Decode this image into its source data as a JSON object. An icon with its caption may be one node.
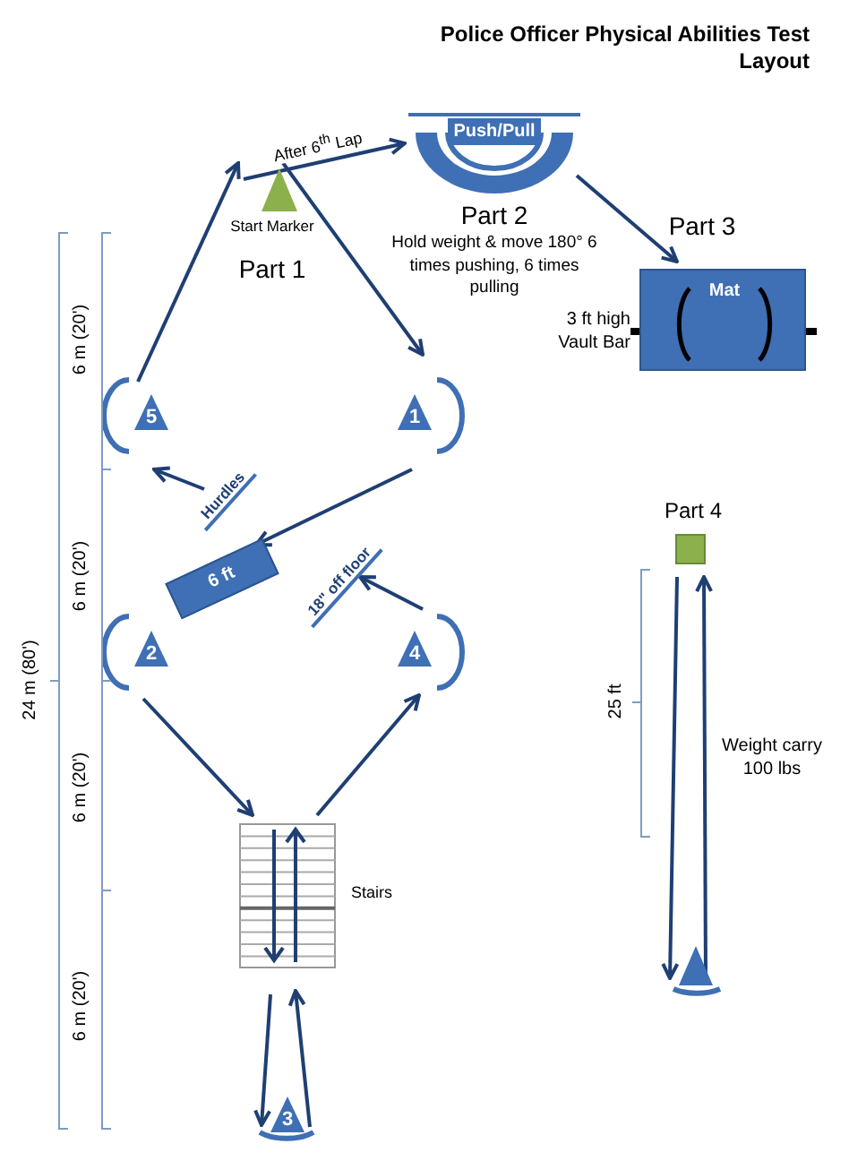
{
  "diagram": {
    "title": "Police Officer Physical Abilities Test Layout",
    "nodes": [
      {
        "text": [
          "Start Marker"
        ]
      },
      {
        "text": [
          "Push/Pull"
        ]
      },
      {
        "text": [
          "Mat"
        ],
        "beside": [
          "3 ft high Vault Bar"
        ]
      },
      {
        "text": [
          "1"
        ]
      },
      {
        "text": [
          "5"
        ]
      },
      {
        "text": [
          "Hurdles"
        ]
      },
      {
        "text": [
          "6 ft"
        ]
      },
      {
        "text": [
          "18\" off floor"
        ]
      },
      {
        "text": [
          "2"
        ]
      },
      {
        "text": [
          "4"
        ]
      },
      {
        "text": [
          "Stairs"
        ]
      },
      {
        "text": [
          "3"
        ]
      },
      {
        "text": [
          "Part 4"
        ]
      },
      {
        "text": [],
        "shape": "triangle"
      }
    ],
    "edges": [
      {
        "from": 4,
        "to": 0,
        "arrow": "to"
      },
      {
        "from": 0,
        "to": 1,
        "arrow": "to",
        "label": "After 6$^{th}$ Lap"
      },
      {
        "from": 0,
        "to": 3,
        "arrow": "to"
      },
      {
        "from": 1,
        "to": 2,
        "arrow": "to"
      },
      {
        "from": 3,
        "to": 6,
        "arrow": "to"
      },
      {
        "from": 5,
        "to": 4,
        "arrow": "to"
      },
      {
        "from": 8,
        "to": 10,
        "arrow": "to"
      },
      {
        "from": 10,
        "to": 9,
        "arrow": "to"
      },
      {
        "from": 9,
        "to": 7,
        "arrow": "to"
      },
      {
        "from": 10,
        "to": 11,
        "arrow": "to"
      },
      {
        "from": 11,
        "to": 10,
        "arrow": "to"
      },
      {
        "from": 12,
        "to": 13,
        "arrow": "to"
      },
      {
        "from": 13,
        "to": 12,
        "arrow": "to"
      }
    ],
    "labels": [
      "Part 2",
      "Hold weight & move 180° 6 times pushing, 6 times pulling",
      "Part 1",
      "Part 3",
      "6 m (20')",
      "6 m (20')",
      "24 m (80')",
      "6 m (20')",
      "Weight carry 100 lbs",
      "25 ft",
      "6 m (20')"
    ]
  }
}
